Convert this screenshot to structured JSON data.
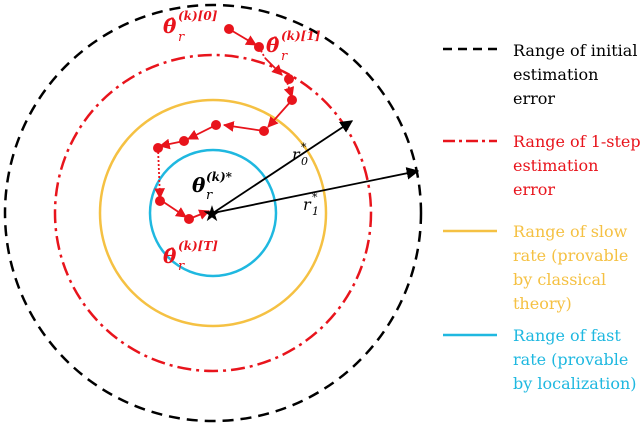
{
  "colors": {
    "initial": "#000000",
    "one_step": "#e8141c",
    "slow": "#f5c143",
    "fast": "#1fb8e0",
    "path": "#e8141c",
    "arrow": "#000000"
  },
  "labels": {
    "theta_star": {
      "sym": "θ",
      "sub": "r",
      "sup": "(k)*"
    },
    "theta_hat_0": {
      "sym": "θ̂",
      "sub": "r",
      "sup": "(k)[0]"
    },
    "theta_hat_1": {
      "sym": "θ̂",
      "sub": "r",
      "sup": "(k)[1]"
    },
    "theta_hat_T": {
      "sym": "θ̂",
      "sub": "r",
      "sup": "(k)[T]"
    },
    "r0": {
      "sym": "r",
      "sub": "0",
      "sup": "*"
    },
    "r1": {
      "sym": "r",
      "sub": "1",
      "sup": "*"
    }
  },
  "legend": [
    {
      "style": "dashed",
      "color_key": "initial",
      "lines": [
        "Range of initial",
        "estimation",
        "error"
      ]
    },
    {
      "style": "dashdot",
      "color_key": "one_step",
      "lines": [
        "Range of 1-step",
        "estimation",
        "error"
      ]
    },
    {
      "style": "solid",
      "color_key": "slow",
      "lines": [
        "Range of slow",
        "rate (provable",
        "by classical",
        "theory)"
      ]
    },
    {
      "style": "solid",
      "color_key": "fast",
      "lines": [
        "Range of fast",
        "rate (provable",
        "by localization)"
      ]
    }
  ]
}
